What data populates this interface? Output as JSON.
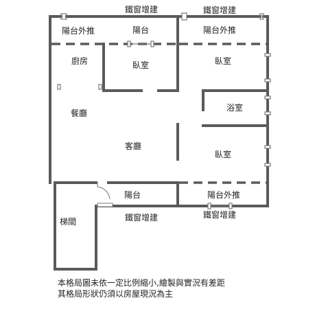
{
  "colors": {
    "wall": "#5a5a5a",
    "dash": "#5a5a5a",
    "frame": "#777777",
    "text": "#222222"
  },
  "labels": {
    "window_top_left": "鐵窗增建",
    "window_top_right": "鐵窗增建",
    "balcony_ext_top_left": "陽台外推",
    "balcony_top_mid": "陽台",
    "balcony_ext_top_right": "陽台外推",
    "kitchen": "廚房",
    "bedroom_1": "臥室",
    "bedroom_2": "臥室",
    "bathroom": "浴室",
    "dining": "餐廳",
    "living": "客廳",
    "bedroom_3": "臥室",
    "balcony_bottom": "陽台",
    "balcony_ext_bottom": "陽台外推",
    "stairwell": "梯間",
    "window_bottom_left": "鐵窗增建",
    "window_bottom_right": "鐵窗增建"
  },
  "notes": {
    "line1": "本格局圖未依一定比例縮小,繪製與實況有差距",
    "line2": "其格局形狀仍須以房屋現況為主"
  }
}
